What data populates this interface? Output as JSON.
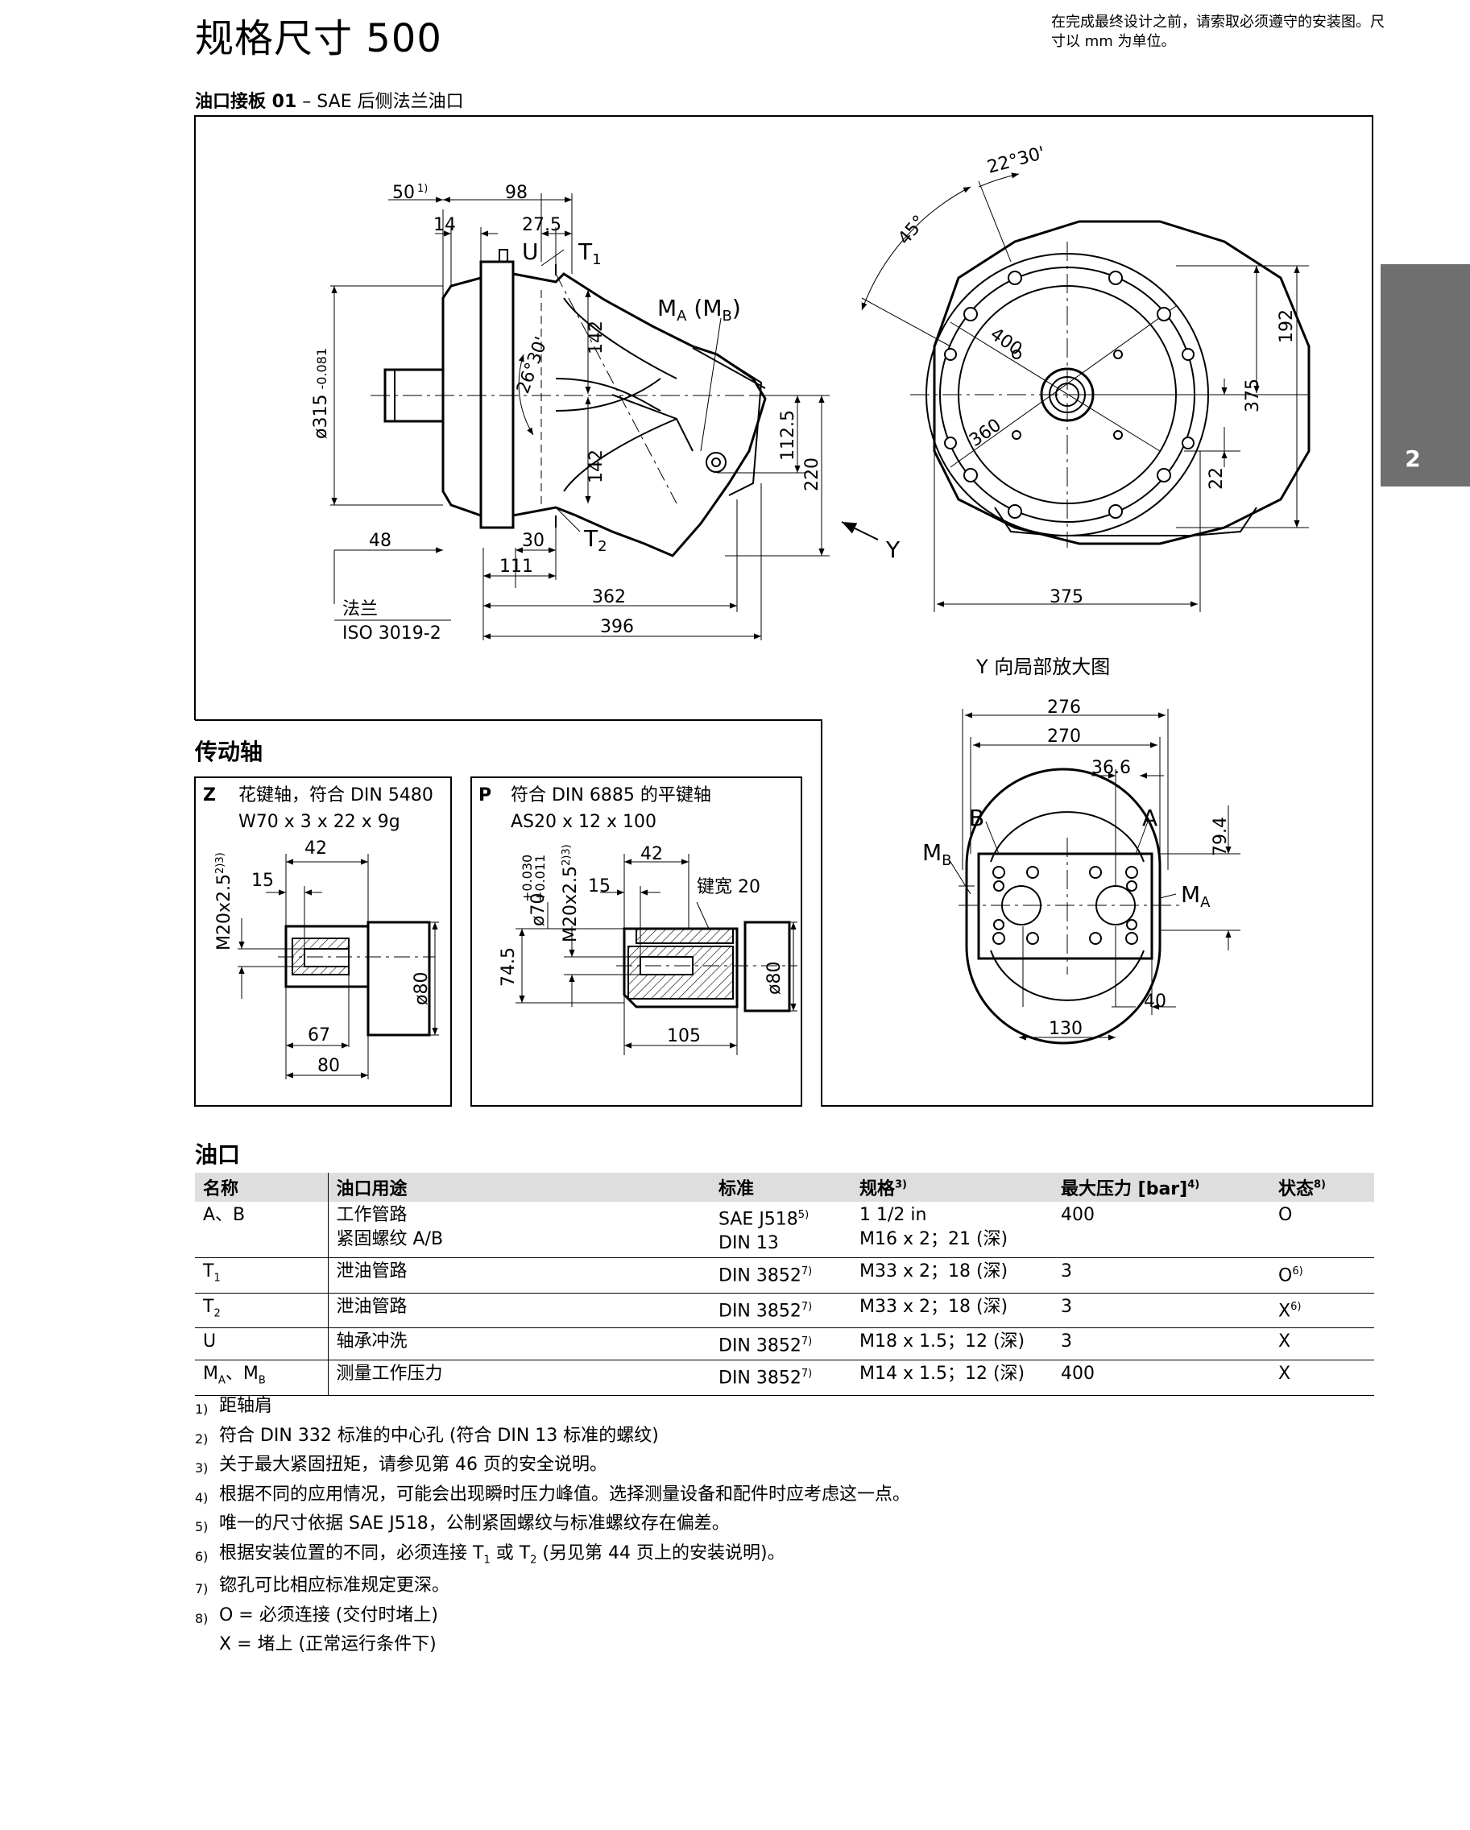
{
  "title": "规格尺寸 500",
  "note": "在完成最终设计之前，请索取必须遵守的安装图。尺寸以 mm 为单位。",
  "section1": {
    "bold": "油口接板 01",
    "rest": " – SAE 后侧法兰油口"
  },
  "side_tab": "2",
  "dims_side": {
    "d50": "50",
    "fn1": "1)",
    "d98": "98",
    "d14": "14",
    "d27_5": "27.5",
    "U": "U",
    "T1": "T",
    "T1sub": "1",
    "MA": "M",
    "MAsub": "A",
    "MB": " (M",
    "MBsub": "B",
    "MBclose": ")",
    "phi315": "ø315",
    "tol315": "-0.081",
    "a26": "26°30'",
    "d142a": "142",
    "d142b": "142",
    "d112": "112.5",
    "d220": "220",
    "d48": "48",
    "d30": "30",
    "T2": "T",
    "T2sub": "2",
    "d111": "111",
    "d362": "362",
    "d396": "396",
    "flange": "法兰",
    "iso": "ISO 3019-2",
    "Y": "Y"
  },
  "dims_front": {
    "a2230": "22°30'",
    "a45": "45°",
    "d400": "400",
    "d360": "360",
    "d192": "192",
    "d375v": "375",
    "d22": "22",
    "d375h": "375"
  },
  "view_y": {
    "title": "Y 向局部放大图",
    "d276": "276",
    "d270": "270",
    "d36_6": "36.6",
    "B": "B",
    "A": "A",
    "MB": "M",
    "MBsub": "B",
    "MA": "M",
    "MAsub": "A",
    "d79_4": "79.4",
    "d40": "40",
    "d130": "130"
  },
  "drive_title": "传动轴",
  "shaft_z": {
    "code": "Z",
    "line1": "花键轴，符合 DIN 5480",
    "line2": "W70 x 3 x 22 x 9g",
    "d42": "42",
    "d15": "15",
    "m20": "M20x2.5",
    "fn": "2)3)",
    "phi80": "ø80",
    "d67": "67",
    "d80": "80"
  },
  "shaft_p": {
    "code": "P",
    "line1": "符合 DIN 6885 的平键轴",
    "line2": "AS20 x 12 x 100",
    "d42": "42",
    "d15": "15",
    "phi70": "ø70",
    "tol_up": "+0.030",
    "tol_dn": "+0.011",
    "m20": "M20x2.5",
    "fn": "2)3)",
    "key": "键宽 20",
    "d74_5": "74.5",
    "phi80": "ø80",
    "d105": "105"
  },
  "ports_title": "油口",
  "ports_table": {
    "headers": [
      {
        "text": "名称",
        "sup": ""
      },
      {
        "text": "油口用途",
        "sup": ""
      },
      {
        "text": "标准",
        "sup": ""
      },
      {
        "text": "规格",
        "sup": "3)"
      },
      {
        "text": "最大压力 [bar]",
        "sup": "4)"
      },
      {
        "text": "状态",
        "sup": "8)"
      }
    ],
    "rows": [
      {
        "name": "A、B",
        "name_sub": "",
        "name2": "",
        "name2_sub": "",
        "use": "工作管路",
        "use2": "紧固螺纹 A/B",
        "std": "SAE J518",
        "std_sup": "5)",
        "std2": "DIN 13",
        "size": "1 1/2 in",
        "size2": "M16 x 2；21 (深)",
        "p": "400",
        "state": "O",
        "state_sup": ""
      },
      {
        "name": "T",
        "name_sub": "1",
        "name2": "",
        "name2_sub": "",
        "use": "泄油管路",
        "use2": "",
        "std": "DIN 3852",
        "std_sup": "7)",
        "std2": "",
        "size": "M33 x 2；18 (深)",
        "size2": "",
        "p": "3",
        "state": "O",
        "state_sup": "6)"
      },
      {
        "name": "T",
        "name_sub": "2",
        "name2": "",
        "name2_sub": "",
        "use": "泄油管路",
        "use2": "",
        "std": "DIN 3852",
        "std_sup": "7)",
        "std2": "",
        "size": "M33 x 2；18 (深)",
        "size2": "",
        "p": "3",
        "state": "X",
        "state_sup": "6)"
      },
      {
        "name": "U",
        "name_sub": "",
        "name2": "",
        "name2_sub": "",
        "use": "轴承冲洗",
        "use2": "",
        "std": "DIN 3852",
        "std_sup": "7)",
        "std2": "",
        "size": "M18 x 1.5；12 (深)",
        "size2": "",
        "p": "3",
        "state": "X",
        "state_sup": ""
      },
      {
        "name": "M",
        "name_sub": "A",
        "name2": "、M",
        "name2_sub": "B",
        "use": "测量工作压力",
        "use2": "",
        "std": "DIN 3852",
        "std_sup": "7)",
        "std2": "",
        "size": "M14 x 1.5；12 (深)",
        "size2": "",
        "p": "400",
        "state": "X",
        "state_sup": ""
      }
    ]
  },
  "footnotes": [
    {
      "num": "1)",
      "pre": "距轴肩",
      "sub1": "",
      "mid": "",
      "sub2": "",
      "post": ""
    },
    {
      "num": "2)",
      "pre": "符合 DIN 332 标准的中心孔 (符合 DIN 13 标准的螺纹)",
      "sub1": "",
      "mid": "",
      "sub2": "",
      "post": ""
    },
    {
      "num": "3)",
      "pre": "关于最大紧固扭矩，请参见第 46 页的安全说明。",
      "sub1": "",
      "mid": "",
      "sub2": "",
      "post": ""
    },
    {
      "num": "4)",
      "pre": "根据不同的应用情况，可能会出现瞬时压力峰值。选择测量设备和配件时应考虑这一点。",
      "sub1": "",
      "mid": "",
      "sub2": "",
      "post": ""
    },
    {
      "num": "5)",
      "pre": "唯一的尺寸依据 SAE J518，公制紧固螺纹与标准螺纹存在偏差。",
      "sub1": "",
      "mid": "",
      "sub2": "",
      "post": ""
    },
    {
      "num": "6)",
      "pre": "根据安装位置的不同，必须连接 T",
      "sub1": "1",
      "mid": " 或 T",
      "sub2": "2",
      "post": " (另见第 44 页上的安装说明)。"
    },
    {
      "num": "7)",
      "pre": "锪孔可比相应标准规定更深。",
      "sub1": "",
      "mid": "",
      "sub2": "",
      "post": ""
    },
    {
      "num": "8)",
      "pre": "O = 必须连接 (交付时堵上)",
      "sub1": "",
      "mid": "",
      "sub2": "",
      "post": ""
    },
    {
      "num": "",
      "pre": "X = 堵上 (正常运行条件下)",
      "sub1": "",
      "mid": "",
      "sub2": "",
      "post": ""
    }
  ]
}
